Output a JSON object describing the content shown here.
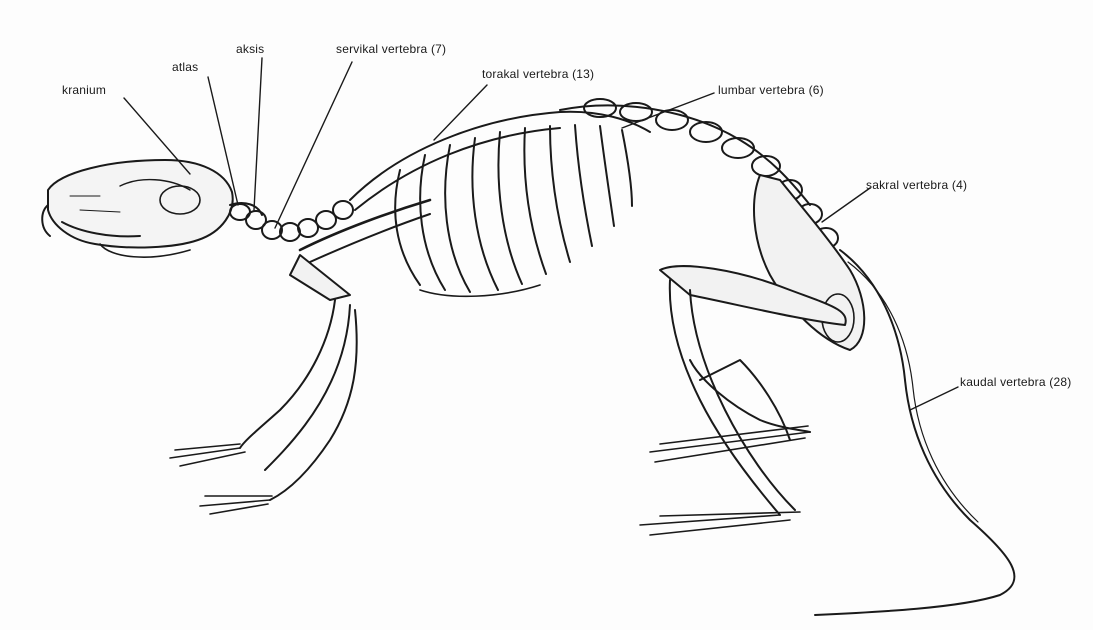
{
  "labels": {
    "kranium": "kranium",
    "atlas": "atlas",
    "aksis": "aksis",
    "servikal": "servikal vertebra (7)",
    "torakal": "torakal vertebra (13)",
    "lumbar": "lumbar vertebra (6)",
    "sakral": "sakral vertebra (4)",
    "kaudal": "kaudal vertebra (28)"
  },
  "colors": {
    "ink": "#1a1a1a",
    "background": "#fdfdfd"
  }
}
